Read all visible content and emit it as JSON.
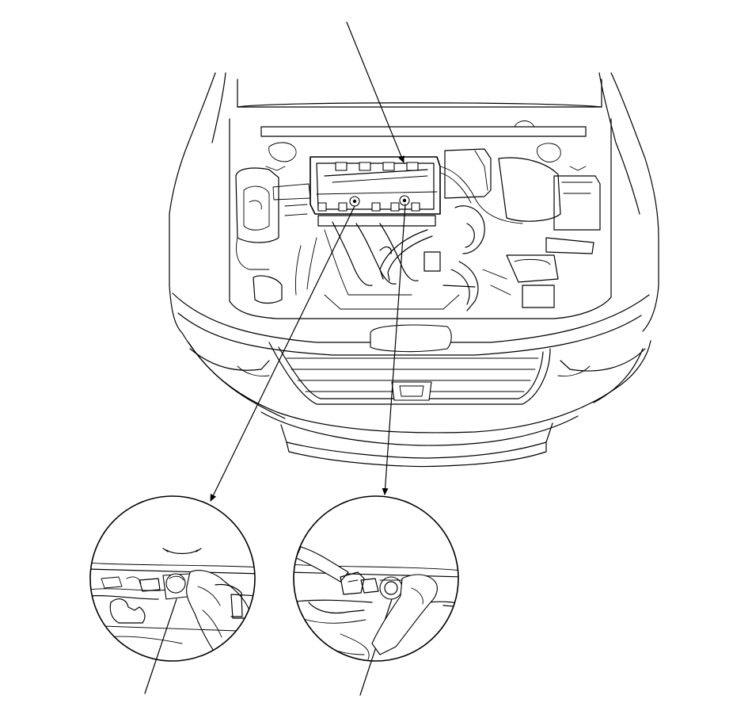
{
  "diagram": {
    "subject": "engine-compartment-line-drawing",
    "colors": {
      "line": "#000000",
      "background": "#ffffff"
    },
    "callouts": {
      "top_leader": "",
      "left_detail_leader": "",
      "right_detail_leader": ""
    },
    "details": [
      {
        "id": "left-detail"
      },
      {
        "id": "right-detail"
      }
    ]
  }
}
